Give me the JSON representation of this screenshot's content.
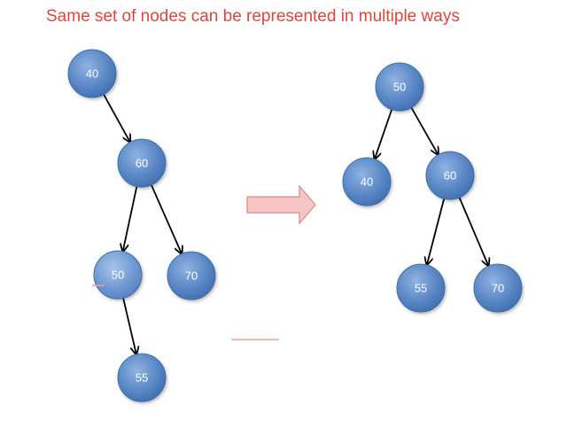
{
  "title": "Same set of nodes can be represented in multiple ways",
  "colors": {
    "title": "#e2453a",
    "node_fill": "#5b88c6",
    "node_stroke": "#3e6fb0",
    "edge": "#000000",
    "arrow_fill": "#f5c6c3",
    "arrow_stroke": "#d98b85",
    "stray_line": "#e8a0a0"
  },
  "left_tree": {
    "nodes": [
      {
        "id": "L40",
        "label": "40"
      },
      {
        "id": "L60",
        "label": "60"
      },
      {
        "id": "L50",
        "label": "50"
      },
      {
        "id": "L70",
        "label": "70"
      },
      {
        "id": "L55",
        "label": "55"
      }
    ],
    "edges": [
      [
        "L40",
        "L60"
      ],
      [
        "L60",
        "L50"
      ],
      [
        "L60",
        "L70"
      ],
      [
        "L50",
        "L55"
      ]
    ]
  },
  "right_tree": {
    "nodes": [
      {
        "id": "R50",
        "label": "50"
      },
      {
        "id": "R40",
        "label": "40"
      },
      {
        "id": "R60",
        "label": "60"
      },
      {
        "id": "R55",
        "label": "55"
      },
      {
        "id": "R70",
        "label": "70"
      }
    ],
    "edges": [
      [
        "R50",
        "R40"
      ],
      [
        "R50",
        "R60"
      ],
      [
        "R60",
        "R55"
      ],
      [
        "R60",
        "R70"
      ]
    ]
  },
  "transform_arrow": {
    "icon": "right-arrow-icon"
  }
}
